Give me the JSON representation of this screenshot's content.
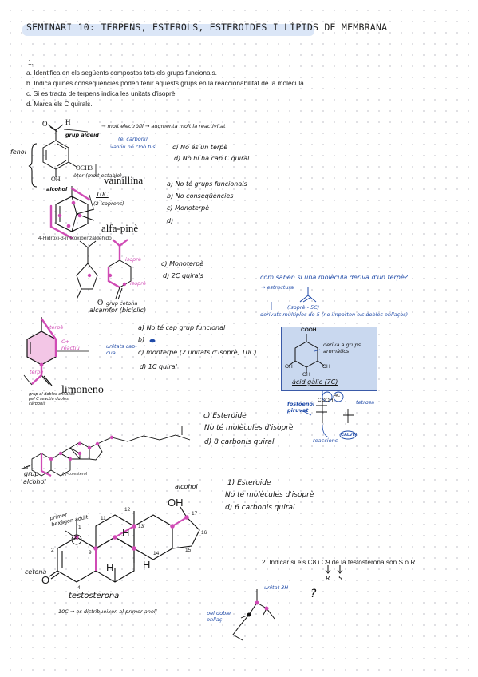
{
  "title": "SEMINARI 10: TERPENS, ESTEROLS, ESTEROIDES I LÍPIDS DE MEMBRANA",
  "question1": {
    "number": "1.",
    "items": [
      "a. Identifica en els següents compostos tots els grups funcionals.",
      "b. Indica quines conseqüències poden tenir aquests grups en la reaccionabilitat de la molècula",
      "c. Si es tracta de terpens indica les unitats d'isoprè",
      "d. Marca els C quirals."
    ]
  },
  "vanillin": {
    "atom_H": "H",
    "atom_O_top": "O",
    "label_fenol": "fenol",
    "label_OH": "OH",
    "label_OCH3": "OCH3",
    "note_grup_aldeid": "grup aldeid",
    "note_molt_electrofil": "→ molt electròfil → augmenta molt la reactivitat",
    "note_el_carboni": "(el carboni)",
    "note_valiou": "valiou no cloo fils",
    "ans_c": "c) No és un terpè",
    "ans_d": "d) No hi ha cap C quiral",
    "note_eter": "èter (molt estable)",
    "note_alcohol": "alcohol",
    "name": "vainillina",
    "name_iupac": "4-Hidroxi-3-metoxibenzaldehido"
  },
  "alphapinene": {
    "note_10c": "10C",
    "note_2isoprens": "(2 isoprens)",
    "name": "alfa-pinè",
    "ans_a": "a) No té grups funcionals",
    "ans_b": "b) No conseqüències",
    "ans_c": "c) Monoterpè",
    "ans_d": "d)"
  },
  "camphor": {
    "label_isopre_1": "isoprè",
    "label_isopre_2": "isoprè",
    "label_O": "O",
    "note_grup_cetona": "grup cetona",
    "name": "alcamfor (bicíclic)",
    "ans_c": "c) Monoterpè",
    "ans_d": "d) 2C quirals"
  },
  "terpene_note": {
    "question": "com saben si una molècula deriva d'un terpè?",
    "structure": "→ estructura",
    "isopre_5c": "(isoprè - 5C)",
    "derivats": "derivats múltiples de 5 (no importen els dobles enllaços)",
    "box_cooh": "COOH",
    "box_deriva": "deriva a grups aromàtics",
    "box_oh1": "OH",
    "box_oh2": "OH",
    "box_oh3": "OH",
    "box_name": "àcid gàlic (7C)",
    "bottom_cooh": "COOH",
    "bottom_fosfoenol": "fosfoenol piruvat",
    "bottom_tetrosa": "tetrosa",
    "bottom_4c": "4C",
    "bottom_reaccions": "reaccions",
    "bottom_calvin": "CALVIN"
  },
  "limonene": {
    "label_terpe_1": "terpè",
    "label_c_reactiu": "C+ reactiu",
    "label_terpe_2": "terpè",
    "note_unitats": "unitats cap-cua",
    "note_dobles": "grup c/ dobles enllaços pel C reactiu dobles carbonis",
    "name": "limoneno",
    "ans_a": "a) No té cap grup funcional",
    "ans_b": "b)",
    "ans_c": "c) monterpe (2 unitats d'isoprè, 10C)",
    "ans_d": "d) 1C quiral"
  },
  "cholesterol": {
    "label_HO": "HO",
    "caption": "(-)-colesterol",
    "note_grup": "grup",
    "note_alcohol": "alcohol",
    "ans_c": "c) Esteroide",
    "ans_mol": "No té molècules d'isoprè",
    "ans_d": "d) 8 carbonis quiral"
  },
  "testosterone": {
    "label_alcohol": "alcohol",
    "label_OH": "OH",
    "label_O": "O",
    "label_H1": "H",
    "label_H2": "H",
    "label_H3": "H",
    "num_1": "1",
    "num_2": "2",
    "num_4": "4",
    "num_9": "9",
    "num_11": "11",
    "num_12": "12",
    "num_13": "13",
    "num_14": "14",
    "num_15": "15",
    "num_16": "16",
    "num_17": "17",
    "note_primer": "primer hexàgon addit",
    "note_A": "A",
    "label_cetona": "cetona",
    "name": "testosterona",
    "note_10c": "10C → es distribueixen al primer anell",
    "ans_c": "1) Esteroide",
    "ans_mol": "No té molècules d'isoprè",
    "ans_d": "d) 6 carbonis quiral"
  },
  "question2": {
    "text": "2. Indicar si els C8 i C9 de la testosterona són S o R.",
    "label_R": "R",
    "label_S": "S",
    "note_unitat": "unitat 3H",
    "question_mark": "?",
    "note_doble": "pel doble enllaç"
  },
  "colors": {
    "pink": "#d04bb5",
    "blue": "#1f4aa8",
    "title_highlight": "#dbe6f7",
    "box_fill": "#c9d8ef"
  }
}
